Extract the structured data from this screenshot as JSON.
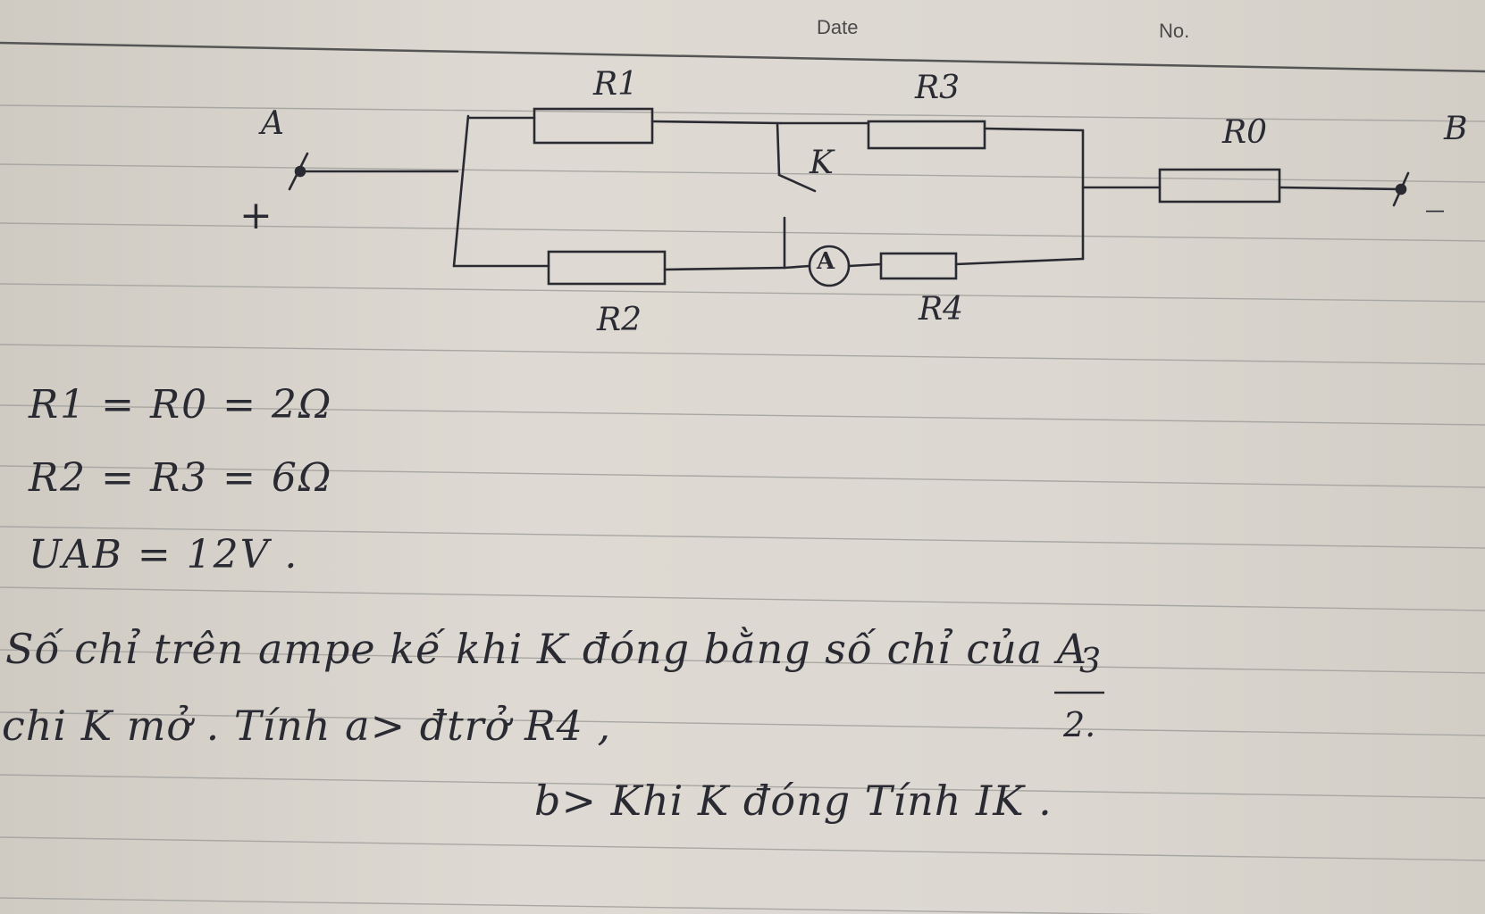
{
  "header": {
    "date_label": "Date",
    "no_label": "No."
  },
  "circuit": {
    "terminal_a": "A",
    "terminal_b": "B",
    "plus_sign": "+",
    "minus_sign": "_",
    "r1": "R1",
    "r2": "R2",
    "r3": "R3",
    "r4": "R4",
    "r0": "R0",
    "switch_k": "K",
    "ammeter": "A"
  },
  "given": {
    "line1": "R1 = R0 = 2Ω",
    "line2": "R2 = R3 = 6Ω",
    "line3": "UAB = 12V ."
  },
  "problem": {
    "line1": "Số chỉ trên ampe kế khi K đóng bằng        số chỉ của A",
    "fraction_num": "3",
    "fraction_den": "2.",
    "line2": "chi K mở . Tính   a> đtrở R4 ,",
    "line3": "b> Khi K đóng  Tính IK ."
  }
}
